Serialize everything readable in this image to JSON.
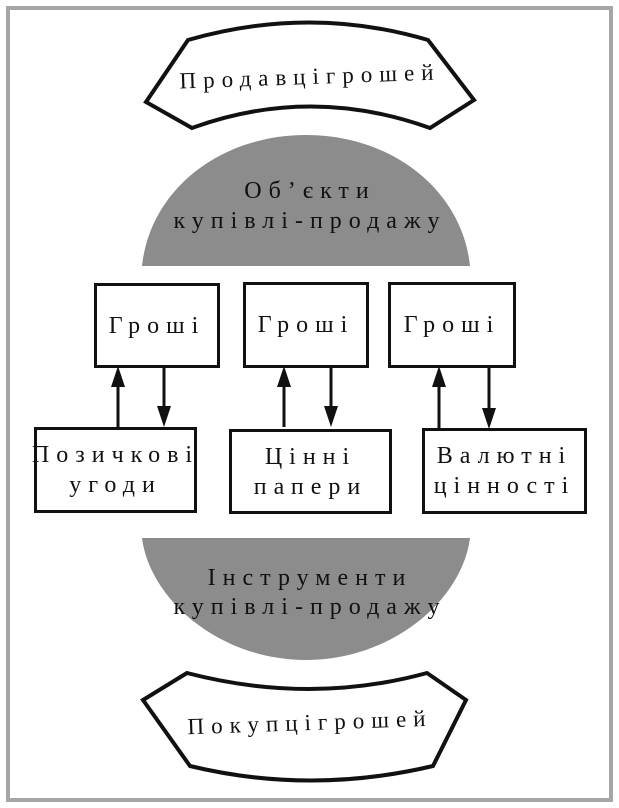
{
  "top_banner": "Продавцігрошей",
  "bottom_banner": "Покупцігрошей",
  "objects_label": [
    "Об’єкти",
    "купівлі-продажу"
  ],
  "instruments_label": [
    "Інструменти",
    "купівлі-продажу"
  ],
  "money_boxes": [
    "Гроші",
    "Гроші",
    "Гроші"
  ],
  "instrument_boxes": [
    [
      "Позичкові",
      "угоди"
    ],
    [
      "Цінні",
      "папери"
    ],
    [
      "Валютні",
      "цінності"
    ]
  ],
  "colors": {
    "ellipse": "#8c8c8c",
    "frame": "#a6a6a6",
    "stroke": "#111111"
  }
}
